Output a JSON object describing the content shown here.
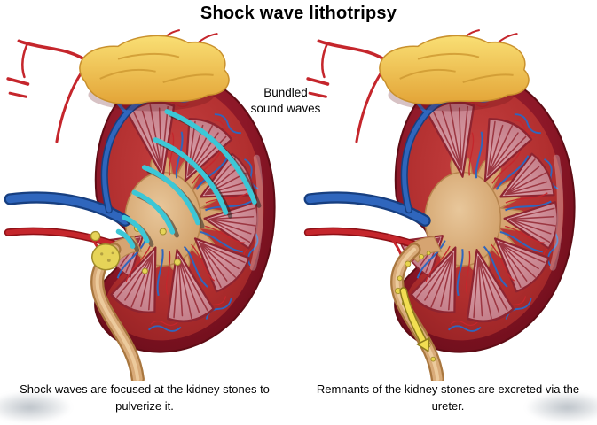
{
  "title": "Shock wave lithotripsy",
  "sound_waves_label": {
    "line1": "Bundled",
    "line2": "sound waves"
  },
  "captions": {
    "left": "Shock waves are focused at the kidney stones to pulverize it.",
    "right": "Remnants of the kidney stones are excreted via the ureter."
  },
  "palette": {
    "capsule": "#7c1220",
    "cortex": "#b02e2e",
    "pyramid": "#d4929b",
    "pelvis": "#d6a471",
    "adrenal_gland": "#f2c84b",
    "renal_vein": "#2f66bd",
    "renal_artery": "#c5262c",
    "sound_wave": "#3cc7d6",
    "kidney_stone": "#e6d458",
    "background": "#ffffff"
  }
}
